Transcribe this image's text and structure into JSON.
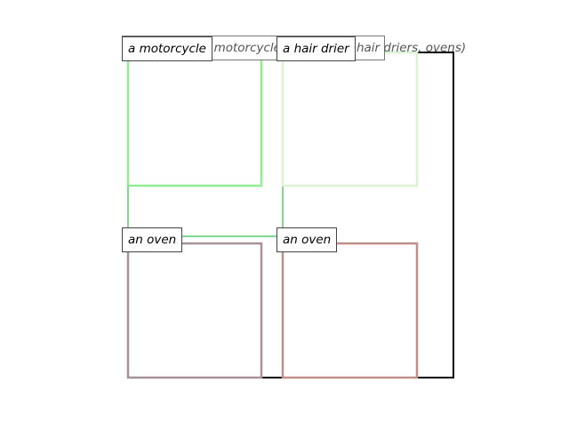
{
  "scene_label": "a motorcycle scene(Neg: hair driers, ovens)",
  "boxes": [
    {
      "label": "a motorcycle",
      "color": "#90ee90"
    },
    {
      "label": "a hair drier",
      "color": "#d9f5d0"
    },
    {
      "label": "an oven",
      "color": "#a8929a"
    },
    {
      "label": "an oven",
      "color": "#bf8f88"
    }
  ],
  "colors": {
    "scene_outline": "#000000",
    "background": "#ffffff"
  }
}
